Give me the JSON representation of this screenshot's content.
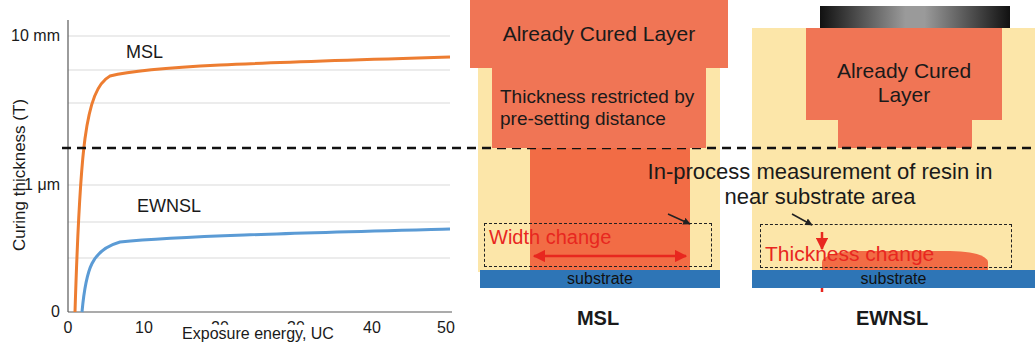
{
  "diagram": {
    "nodes": [
      {
        "text": [
          "Already Cured Layer"
        ]
      },
      {
        "text": [
          "Thickness restricted by pre-setting distance"
        ]
      },
      {
        "text": [
          "Width change"
        ]
      },
      {
        "text": [
          "substrate"
        ]
      },
      {
        "text": [
          "Already Cured Layer"
        ]
      },
      {
        "text": [
          "Thickness change"
        ]
      },
      {
        "text": [
          "substrate"
        ]
      }
    ],
    "labels": [
      "10 mm",
      "1 μm",
      "0",
      "Curing thickness (T)",
      "0",
      "10",
      "20",
      "30",
      "40",
      "50",
      "Exposure energy, UC",
      "MSL",
      "EWNSL",
      "In-process measurement of resin in near substrate area",
      "MSL",
      "EWNSL"
    ]
  }
}
